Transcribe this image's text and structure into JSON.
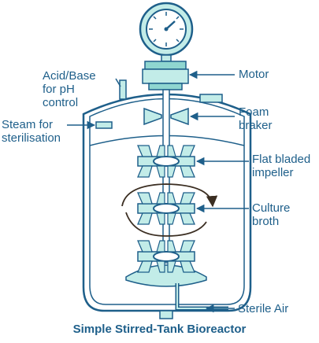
{
  "labels": {
    "acid_base": "Acid/Base\nfor pH\ncontrol",
    "steam": "Steam for\nsterilisation",
    "motor": "Motor",
    "foam": "Foam\nbraker",
    "impeller": "Flat bladed\nimpeller",
    "culture": "Culture\nbroth",
    "air": "Sterile Air"
  },
  "caption": "Simple Stirred-Tank Bioreactor",
  "colors": {
    "outline": "#1e5f8a",
    "fill": "#c2ece8",
    "fill_dark": "#8fd6d0",
    "text": "#1e5f8a",
    "arrow_flow": "#4a3a2a"
  },
  "icons": [
    "pressure-gauge-icon",
    "motor-icon"
  ]
}
